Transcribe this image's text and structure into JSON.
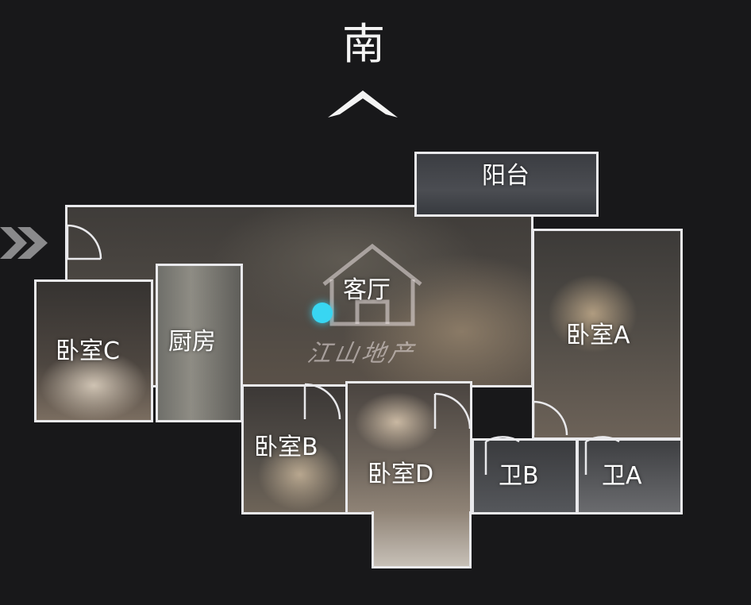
{
  "compass": {
    "direction_label": "南",
    "arrow_icon": "chevron-up-icon"
  },
  "side_nav": {
    "icon": "double-chevron-right-icon"
  },
  "watermark": {
    "text": "江山地产",
    "icon": "house-logo-icon"
  },
  "rooms": {
    "balcony": "阳台",
    "living_room": "客厅",
    "bedroom_a": "卧室A",
    "bedroom_b": "卧室B",
    "bedroom_c": "卧室C",
    "bedroom_d": "卧室D",
    "kitchen": "厨房",
    "bathroom_a": "卫A",
    "bathroom_b": "卫B"
  },
  "colors": {
    "background": "#18181a",
    "wall": "#e9e9ec",
    "location_marker": "#38d6f2"
  }
}
